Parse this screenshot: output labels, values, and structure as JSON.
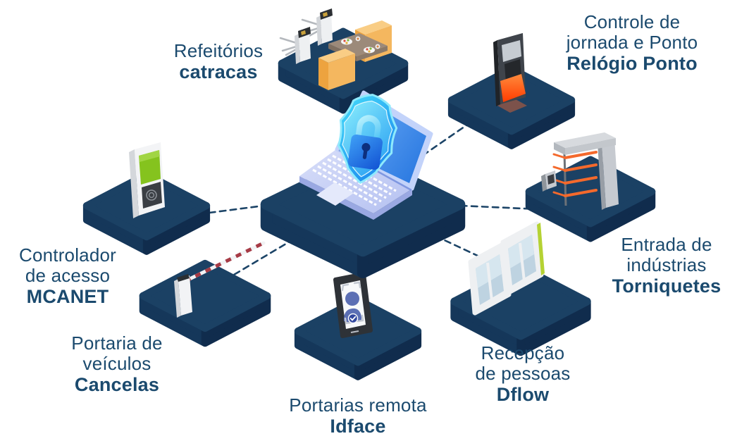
{
  "diagram": {
    "background": "#ffffff",
    "center": {
      "icon": "laptop-security-shield-icon"
    },
    "nodes": [
      {
        "id": "catracas",
        "icon": "cafeteria-turnstiles-icon",
        "line1": "Refeitórios",
        "bold": "catracas"
      },
      {
        "id": "relogio-ponto",
        "icon": "time-clock-icon",
        "line1": "Controle de",
        "line2": "jornada e Ponto",
        "bold": "Relógio Ponto"
      },
      {
        "id": "mcanet",
        "icon": "access-controller-icon",
        "line1": "Controlador",
        "line2": "de acesso",
        "bold": "MCANET"
      },
      {
        "id": "cancelas",
        "icon": "vehicle-barrier-gate-icon",
        "line1": "Portaria de",
        "line2": "veículos",
        "bold": "Cancelas"
      },
      {
        "id": "idface",
        "icon": "facial-recognition-device-icon",
        "line1": "Portarias remota",
        "bold": "Idface"
      },
      {
        "id": "dflow",
        "icon": "speed-gates-icon",
        "line1": "Recepção",
        "line2": "de pessoas",
        "bold": "Dflow"
      },
      {
        "id": "torniquetes",
        "icon": "full-height-turnstile-icon",
        "line1": "Entrada de",
        "line2": "indústrias",
        "bold": "Torniquetes"
      }
    ],
    "colors": {
      "platform_top": "#1b4164",
      "platform_left": "#15375a",
      "platform_right": "#102c4d",
      "connector_navy": "#1c4467",
      "label_navy": "#1b4a6e",
      "shield_cyan": "#45ddfa",
      "shield_blue": "#1b85ee",
      "lock_blue": "#1252d3",
      "laptop_screen_blue": "#2e7ce2",
      "laptop_deck_lavender": "#c5cef5",
      "accent_orange": "#f4692c",
      "glow_orange": "#ff3c00",
      "bench_orange": "#f4b75f",
      "table_brown": "#9c8a7a",
      "mcanet_green": "#85c31e",
      "gate_green": "#b5d233",
      "barrier_red": "#a63a45"
    }
  }
}
